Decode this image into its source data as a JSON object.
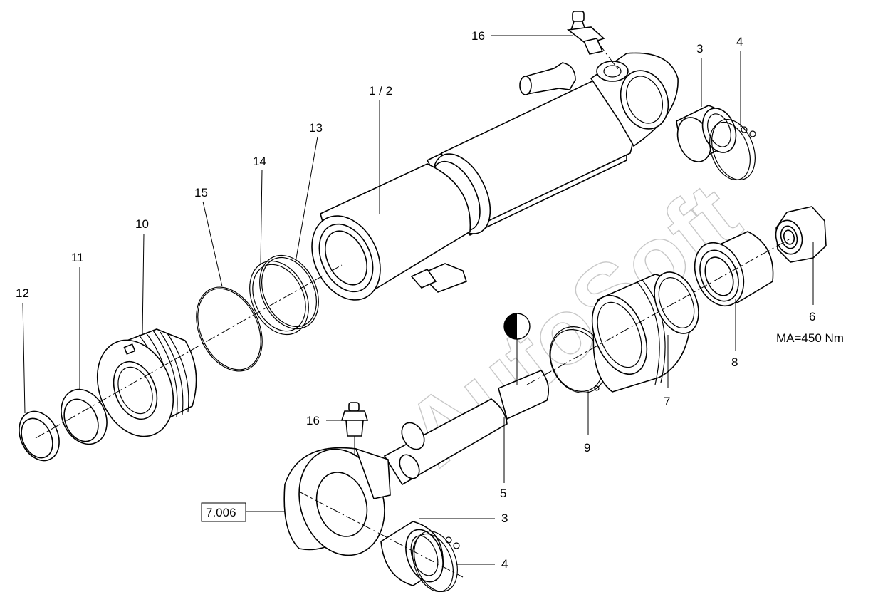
{
  "diagram": {
    "watermark": "AutoSoft",
    "labels": {
      "p1_2": "1 / 2",
      "p3_top": "3",
      "p4_top": "4",
      "p3_bottom": "3",
      "p4_bottom": "4",
      "p5": "5",
      "p6": "6",
      "p6_torque": "MA=450 Nm",
      "p7": "7",
      "p8": "8",
      "p9": "9",
      "p10": "10",
      "p11": "11",
      "p12": "12",
      "p13": "13",
      "p14": "14",
      "p15": "15",
      "p16_top": "16",
      "p16_bottom": "16",
      "ref": "7.006"
    }
  }
}
